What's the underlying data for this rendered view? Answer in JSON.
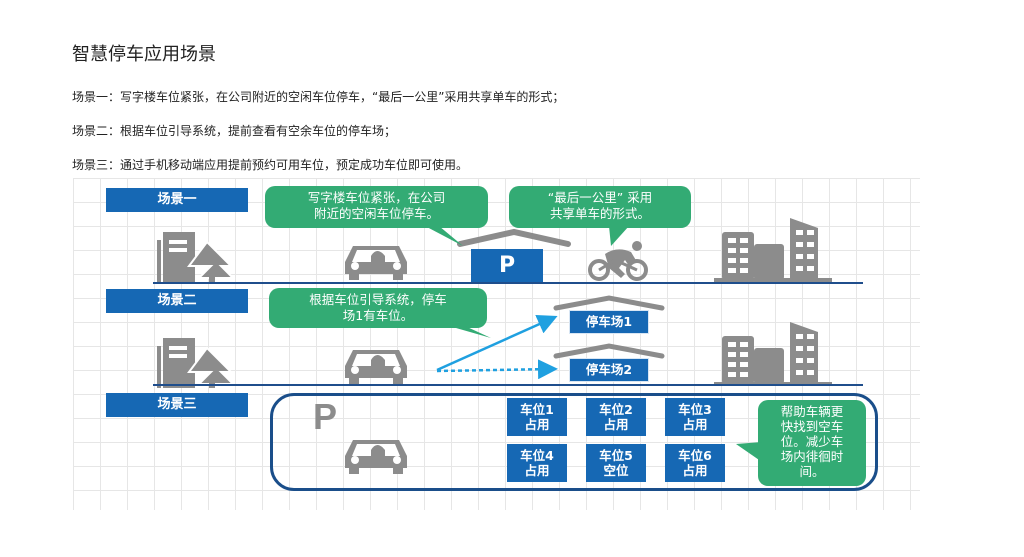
{
  "page": {
    "title": "智慧停车应用场景",
    "lines": [
      "场景一：写字楼车位紧张，在公司附近的空闲车位停车，“最后一公里”采用共享单车的形式；",
      "场景二：根据车位引导系统，提前查看有空余车位的停车场；",
      "场景三：通过手机移动端应用提前预约可用车位，预定成功车位即可使用。"
    ]
  },
  "diagram": {
    "colors": {
      "blue": "#1668b4",
      "green": "#33ab74",
      "gray": "#8c8c8c",
      "navy": "#1f4e8c",
      "arrow": "#1fa0e0"
    },
    "scene1": {
      "label": "场景一",
      "bubble1": [
        "写字楼车位紧张，在公司",
        "附近的空闲车位停车。"
      ],
      "bubble2": [
        "“最后一公里” 采用",
        "共享单车的形式。"
      ],
      "parking_sign": "P",
      "icons": [
        "office-tree-icon",
        "car-icon",
        "parking-garage-icon",
        "bicycle-icon",
        "city-buildings-icon"
      ]
    },
    "scene2": {
      "label": "场景二",
      "bubble": [
        "根据车位引导系统，停车",
        "场1有车位。"
      ],
      "lot1": "停车场1",
      "lot2": "停车场2",
      "icons": [
        "office-tree-icon",
        "car-icon",
        "arrow-icon",
        "dotted-arrow-icon",
        "city-buildings-icon"
      ]
    },
    "scene3": {
      "label": "场景三",
      "parking_sign": "P",
      "spaces": [
        {
          "name": "车位1",
          "status": "占用"
        },
        {
          "name": "车位2",
          "status": "占用"
        },
        {
          "name": "车位3",
          "status": "占用"
        },
        {
          "name": "车位4",
          "status": "占用"
        },
        {
          "name": "车位5",
          "status": "空位"
        },
        {
          "name": "车位6",
          "status": "占用"
        }
      ],
      "bubble": [
        "帮助车辆更",
        "快找到空车",
        "位。减少车",
        "场内徘徊时",
        "间。"
      ]
    }
  }
}
